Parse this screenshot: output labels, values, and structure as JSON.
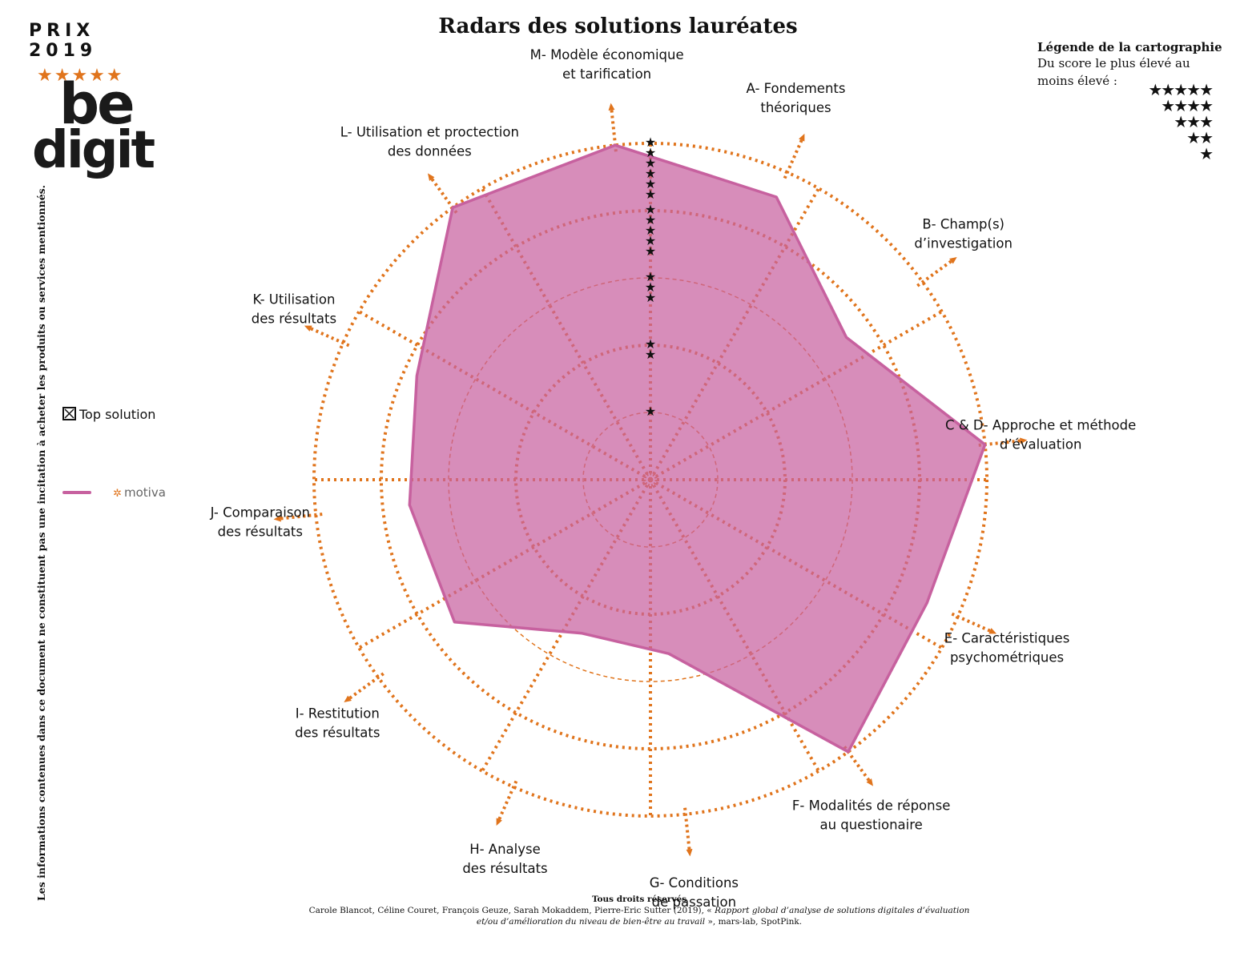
{
  "logo": {
    "prix": "PRIX 2019",
    "stars": "★★★★★",
    "word_top": "be",
    "word_bottom": "digit"
  },
  "title": "Radars des solutions lauréates",
  "side_note": "Les informations contenues dans ce document ne constituent pas une incitation à acheter les produits ou services mentionnés.",
  "legend": {
    "title": "Légende de la cartographie",
    "line1": "Du score le plus élevé au",
    "line2": "moins élevé :",
    "stars": [
      "★★★★★",
      "★★★★",
      "★★★",
      "★★",
      "★"
    ]
  },
  "top_solution_label": "Top solution",
  "series_legend": {
    "name": "motiva",
    "icon": "motiva-logo-icon",
    "color": "#c7619f"
  },
  "chart_data": {
    "type": "radar",
    "title": "Radars des solutions lauréates",
    "scale": {
      "min": 0,
      "max": 5,
      "unit": "stars"
    },
    "axes": [
      {
        "id": "A",
        "label_lines": [
          "A- Fondements",
          "théoriques"
        ]
      },
      {
        "id": "B",
        "label_lines": [
          "B- Champ(s)",
          "d’investigation"
        ]
      },
      {
        "id": "CD",
        "label_lines": [
          "C & D- Approche et méthode",
          "d’évaluation"
        ]
      },
      {
        "id": "E",
        "label_lines": [
          "E- Caractéristiques",
          "psychométriques"
        ]
      },
      {
        "id": "F",
        "label_lines": [
          "F- Modalités de réponse",
          "au questionaire"
        ]
      },
      {
        "id": "G",
        "label_lines": [
          "G- Conditions",
          "de passation"
        ]
      },
      {
        "id": "H",
        "label_lines": [
          "H- Analyse",
          "des résultats"
        ]
      },
      {
        "id": "I",
        "label_lines": [
          "I- Restitution",
          "des résultats"
        ]
      },
      {
        "id": "J",
        "label_lines": [
          "J-  Comparaison",
          "des résultats"
        ]
      },
      {
        "id": "K",
        "label_lines": [
          "K- Utilisation",
          "des résultats"
        ]
      },
      {
        "id": "L",
        "label_lines": [
          "L- Utilisation et proctection",
          "des données"
        ]
      },
      {
        "id": "M",
        "label_lines": [
          "M- Modèle économique",
          "et tarification"
        ]
      }
    ],
    "series": [
      {
        "name": "motiva",
        "color": "#c7619f",
        "values": [
          4.6,
          3.6,
          5.0,
          4.5,
          5.0,
          2.6,
          2.5,
          3.6,
          3.6,
          3.8,
          5.0,
          5.0
        ]
      }
    ],
    "star_markers": [
      1,
      2,
      2,
      3,
      3,
      3,
      4,
      4,
      4,
      4,
      4,
      5,
      5,
      5,
      5,
      5,
      5
    ],
    "grid": true,
    "legend_position": "left"
  },
  "footer": {
    "rights": "Tous droits réservés",
    "line1_plain": "Carole Blancot, Céline Couret, François Geuze, Sarah Mokaddem, Pierre-Eric Sutter (2019), « ",
    "line1_italic": "Rapport global d’analyse de solutions digitales d’évaluation",
    "line2_italic": "et/ou d’amélioration du niveau de bien-être au travail",
    "line2_plain": " », mars-lab, SpotPink."
  }
}
